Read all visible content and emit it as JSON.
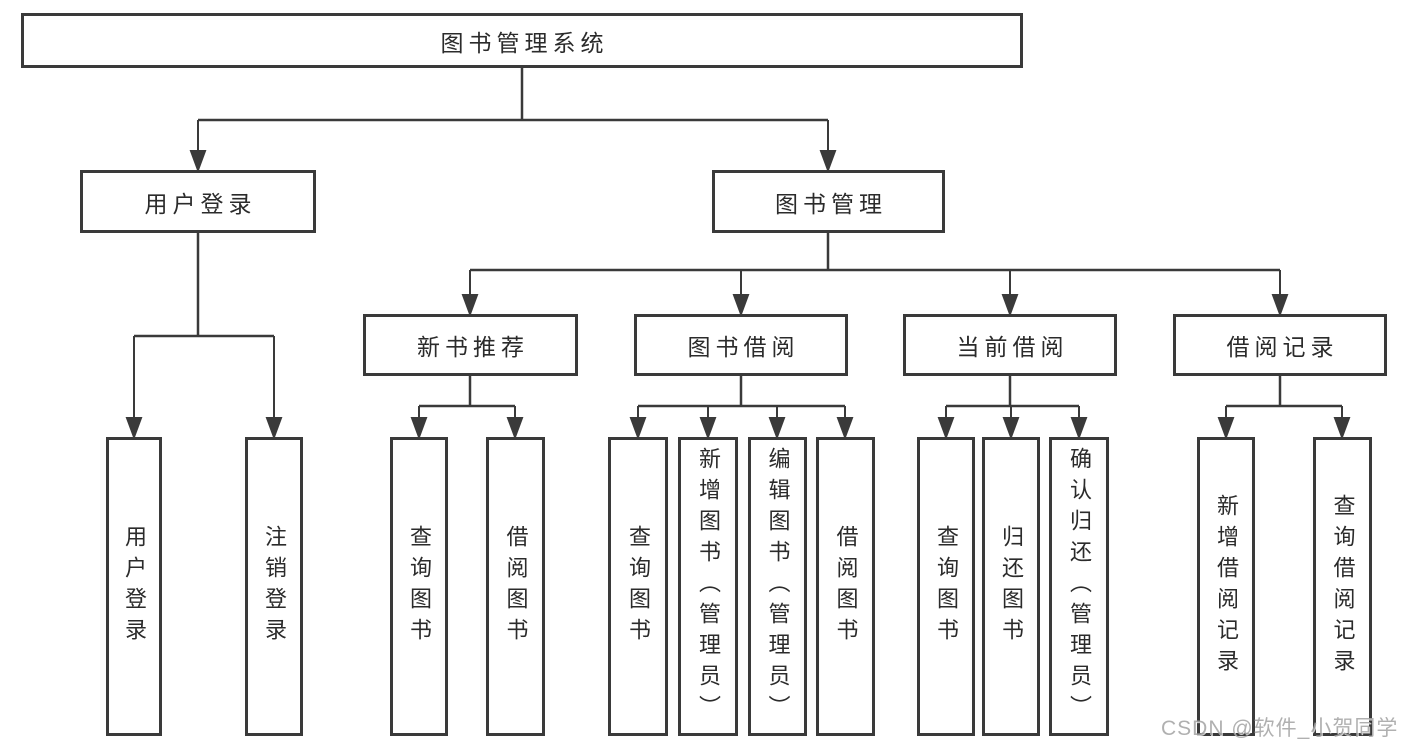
{
  "tree": {
    "root": "图书管理系统",
    "branches": [
      {
        "label": "用户登录",
        "children": [
          {
            "label": "用户登录"
          },
          {
            "label": "注销登录"
          }
        ]
      },
      {
        "label": "图书管理",
        "children": [
          {
            "label": "新书推荐",
            "children": [
              {
                "label": "查询图书"
              },
              {
                "label": "借阅图书"
              }
            ]
          },
          {
            "label": "图书借阅",
            "children": [
              {
                "label": "查询图书"
              },
              {
                "label": "新增图书（管理员）"
              },
              {
                "label": "编辑图书（管理员）"
              },
              {
                "label": "借阅图书"
              }
            ]
          },
          {
            "label": "当前借阅",
            "children": [
              {
                "label": "查询图书"
              },
              {
                "label": "归还图书"
              },
              {
                "label": "确认归还（管理员）"
              }
            ]
          },
          {
            "label": "借阅记录",
            "children": [
              {
                "label": "新增借阅记录"
              },
              {
                "label": "查询借阅记录"
              }
            ]
          }
        ]
      }
    ]
  },
  "watermark": "CSDN @软件_小贺同学",
  "colors": {
    "line": "#3a3a3a",
    "text": "#2b2b2b",
    "watermark": "#a6a6a6",
    "background": "#ffffff"
  }
}
